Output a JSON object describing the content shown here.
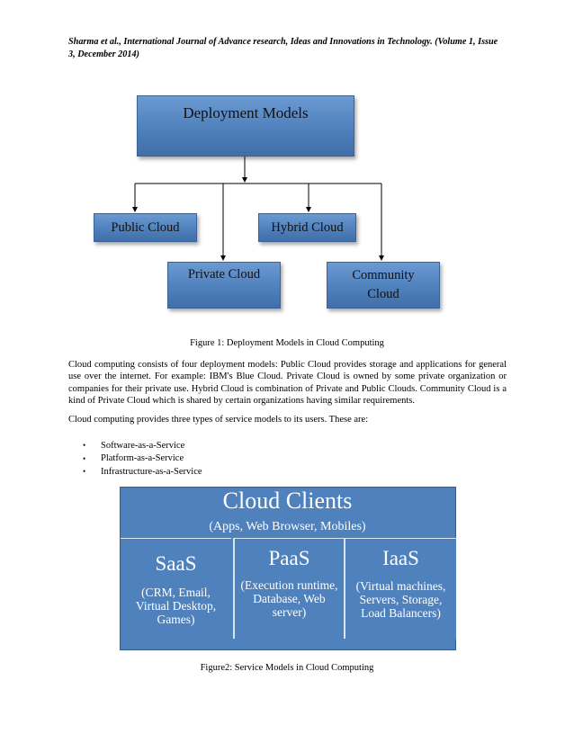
{
  "header": {
    "citation": "Sharma et al., International Journal of Advance research, Ideas and Innovations in Technology. (Volume 1, Issue 3, December 2014)"
  },
  "figure1": {
    "root": "Deployment Models",
    "nodes": {
      "public": "Public Cloud",
      "hybrid": "Hybrid Cloud",
      "private": "Private Cloud",
      "community_line1": "Community",
      "community_line2": "Cloud"
    },
    "caption": "Figure 1: Deployment Models in Cloud Computing",
    "colors": {
      "box": "#4f81bd",
      "arrow": "#000000"
    }
  },
  "body": {
    "paragraph1": "Cloud computing consists of four deployment models: Public Cloud provides storage and applications for general use over the internet. For example: IBM's Blue Cloud. Private Cloud is owned by some private organization or companies for their private use. Hybrid Cloud is combination of Private and Public Clouds. Community Cloud is a kind of Private Cloud which is shared by certain organizations having similar requirements.",
    "paragraph2": "Cloud computing provides three types of service models to its users. These are:",
    "bullet_symbol": "•",
    "bullets": [
      "Software-as-a-Service",
      "Platform-as-a-Service",
      "Infrastructure-as-a-Service"
    ]
  },
  "figure2": {
    "title": "Cloud Clients",
    "subtitle": "(Apps, Web Browser, Mobiles)",
    "columns": [
      {
        "name": "SaaS",
        "desc": "(CRM, Email, Virtual Desktop, Games)"
      },
      {
        "name": "PaaS",
        "desc": "(Execution runtime, Database, Web server)"
      },
      {
        "name": "IaaS",
        "desc": "(Virtual machines, Servers, Storage, Load Balancers)"
      }
    ],
    "caption": "Figure2: Service Models in Cloud Computing",
    "colors": {
      "box": "#4f81bd",
      "text": "#ffffff"
    }
  }
}
